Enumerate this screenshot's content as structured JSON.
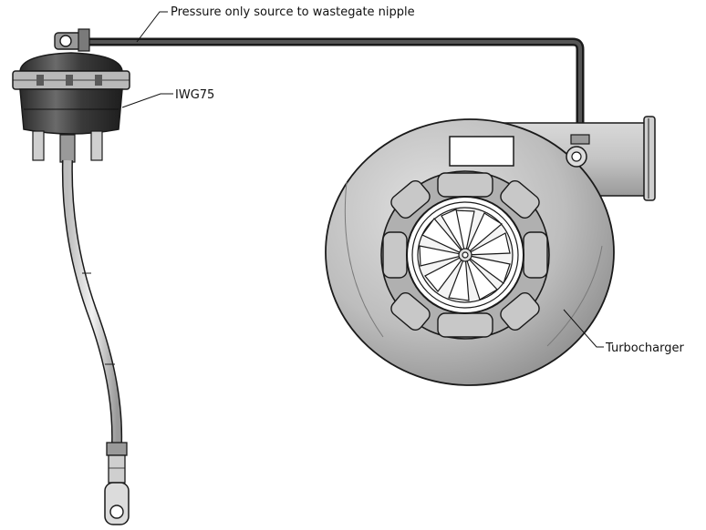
{
  "labels": {
    "pressure_source": "Pressure only source to wastegate nipple",
    "actuator": "IWG75",
    "turbo": "Turbocharger"
  },
  "colors": {
    "background": "#ffffff",
    "outline": "#1a1a1a",
    "metal_dark": "#3a3a3a",
    "metal_mid": "#8c8c8c",
    "metal_light": "#c9c9c9",
    "housing": "#b5b5b5"
  }
}
